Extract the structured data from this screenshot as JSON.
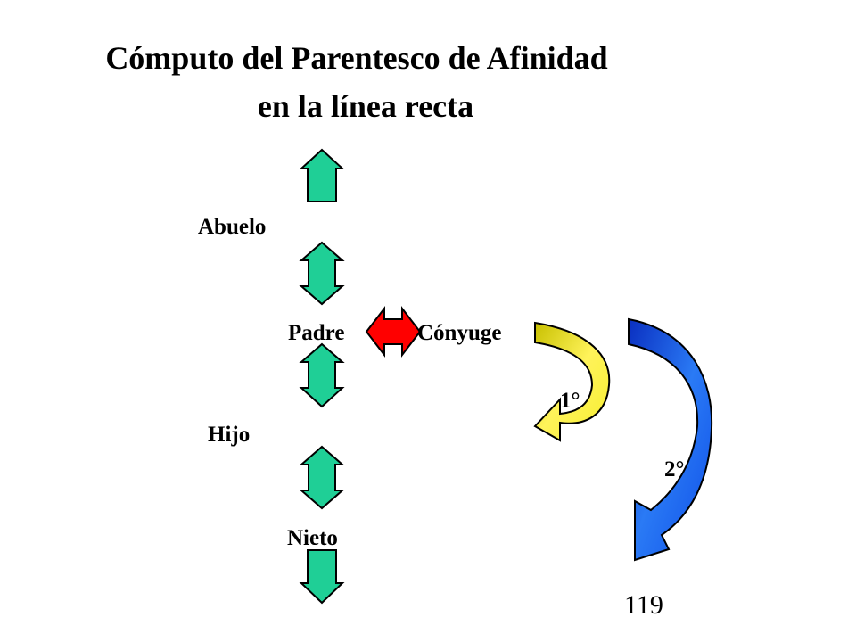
{
  "title": {
    "line1": "Cómputo del Parentesco de Afinidad",
    "line2": "en la línea recta"
  },
  "labels": {
    "grandparent": "Abuelo",
    "parent": "Padre",
    "spouse": "Cónyuge",
    "child": "Hijo",
    "grandchild": "Nieto",
    "degree_1": "1°",
    "degree_2": "2°"
  },
  "page_number": "119",
  "colors": {
    "lineage_arrows": "#1fcf96",
    "spouse_arrow": "#ff0000",
    "degree_1_arrow": "#f7f060",
    "degree_2_arrow": "#1a5cf0"
  }
}
